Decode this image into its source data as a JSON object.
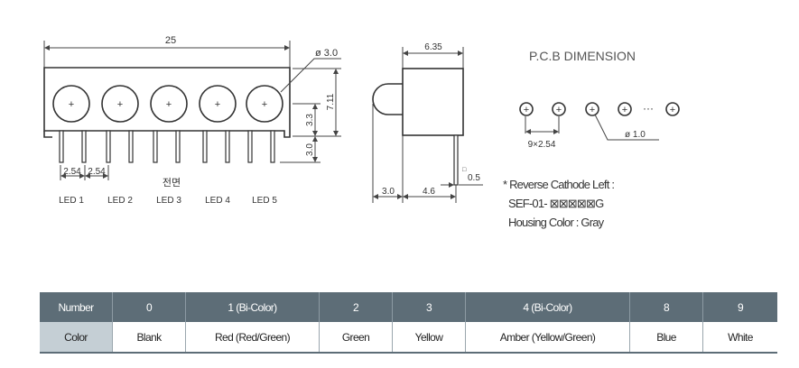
{
  "front_view": {
    "width_dim": "25",
    "lens_dia": "ø 3.0",
    "height_dim": "7.11",
    "center_dim": "3.3",
    "pin_dim": "3.0",
    "pitch_1": "2.54",
    "pitch_2": "2.54",
    "view_label": "전면",
    "leds": [
      "LED 1",
      "LED 2",
      "LED 3",
      "LED 4",
      "LED 5"
    ]
  },
  "side_view": {
    "depth_dim": "6.35",
    "lens_dim": "3.0",
    "pin_pos_dim": "4.6",
    "pin_dim": "0.5",
    "pin_dim_prefix": "□"
  },
  "pcb": {
    "title": "P.C.B DIMENSION",
    "ellipsis": "···",
    "pitch_label": "9×2.54",
    "hole_dia": "ø 1.0"
  },
  "notes": [
    "* Reverse Cathode Left :",
    "SEF-01- ⊠⊠⊠⊠⊠G",
    "Housing Color : Gray"
  ],
  "table": {
    "header": [
      "Number",
      "0",
      "1 (Bi-Color)",
      "2",
      "3",
      "4 (Bi-Color)",
      "8",
      "9"
    ],
    "row": [
      "Color",
      "Blank",
      "Red (Red/Green)",
      "Green",
      "Yellow",
      "Amber (Yellow/Green)",
      "Blue",
      "White"
    ]
  }
}
